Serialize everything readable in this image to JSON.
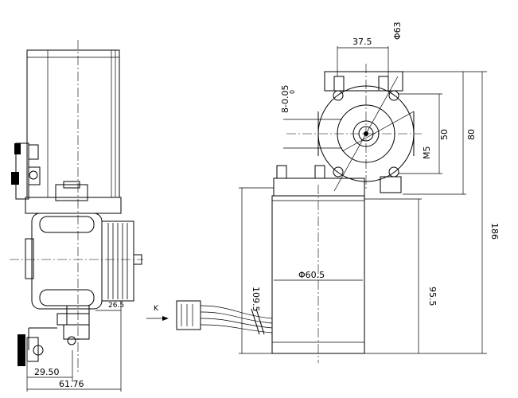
{
  "side_view": {
    "dim_width_upper": "29.50",
    "dim_width_lower": "61.76",
    "dim_pulley": "26.5",
    "view_arrow_label": "K"
  },
  "front_view": {
    "dim_bolt_offset": "37.5",
    "dim_circle_dia": "Φ63",
    "dim_shaft_tol": "8-0.05",
    "dim_shaft_tol_upper": "0",
    "dim_thread": "M5",
    "dim_flange_50": "50",
    "dim_flange_80": "80",
    "dim_total_186": "186",
    "dim_body_109": "109.5",
    "dim_body_95": "95.5",
    "dim_body_dia": "Φ60.5"
  }
}
